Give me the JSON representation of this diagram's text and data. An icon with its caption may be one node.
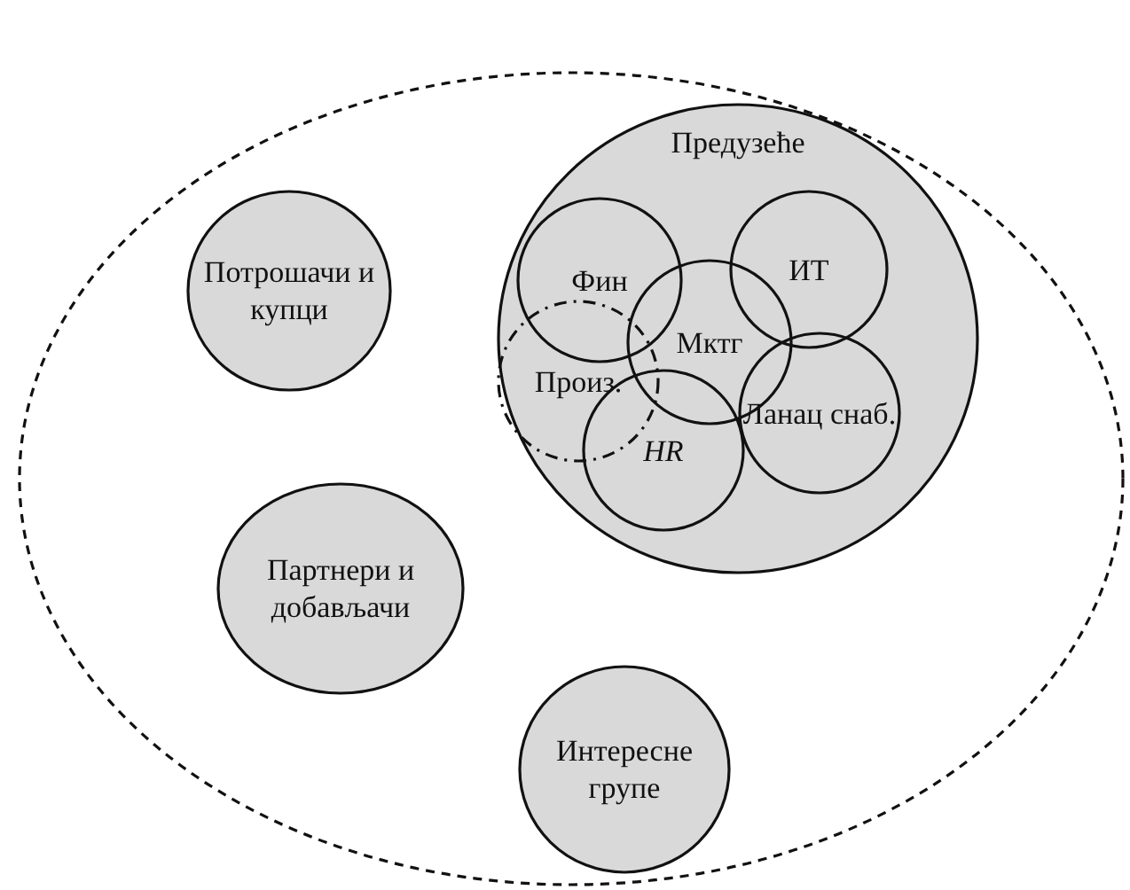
{
  "diagram": {
    "nodes": [
      {
        "text": [],
        "shape": "ellipse"
      },
      {
        "text": [
          "Потрошачи и купци"
        ],
        "in": 0
      },
      {
        "text": [
          "Предузеће"
        ],
        "in": 0
      },
      {
        "text": [
          "Фин"
        ],
        "in": 2
      },
      {
        "text": [
          "ИТ"
        ],
        "in": 2
      },
      {
        "text": [
          "Мктг"
        ],
        "in": 2
      },
      {
        "text": [
          "Произ."
        ],
        "in": 2
      },
      {
        "text": [
          "HR"
        ],
        "in": 2
      },
      {
        "text": [
          "Ланац снаб."
        ],
        "in": 2
      },
      {
        "text": [
          "Партнери и добављачи"
        ],
        "in": 0
      },
      {
        "text": [
          "Интересне групе"
        ],
        "in": 0
      }
    ]
  }
}
